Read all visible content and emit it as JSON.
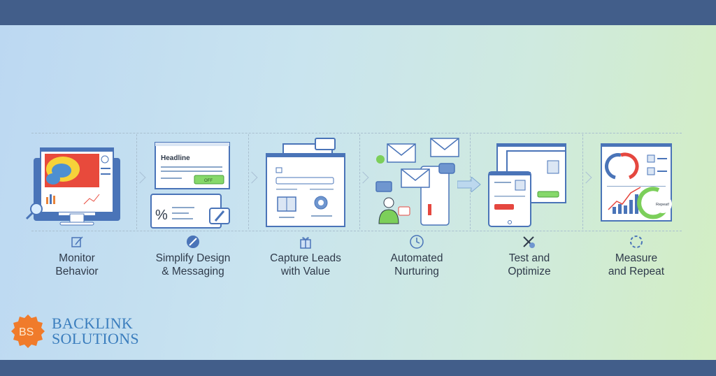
{
  "steps": [
    {
      "label_line1": "Monitor",
      "label_line2": "Behavior",
      "icon": "analytics-icon"
    },
    {
      "label_line1": "Simplify Design",
      "label_line2": "& Messaging",
      "icon": "pen-icon",
      "headline": "Headline",
      "cta": "OFF",
      "percent": "%"
    },
    {
      "label_line1": "Capture Leads",
      "label_line2": "with Value",
      "icon": "gift-icon"
    },
    {
      "label_line1": "Automated",
      "label_line2": "Nurturing",
      "icon": "clock-icon"
    },
    {
      "label_line1": "Test and",
      "label_line2": "Optimize",
      "icon": "tools-icon"
    },
    {
      "label_line1": "Measure",
      "label_line2": "and Repeat",
      "icon": "cycle-icon",
      "repeat": "Repeat!"
    }
  ],
  "logo": {
    "initials": "BS",
    "line1": "BACKLINK",
    "line2": "SOLUTIONS"
  },
  "colors": {
    "band": "#425e8a",
    "accent": "#4a74b8",
    "orange": "#f07b2b",
    "green": "#7ccf5a",
    "red": "#e5473f"
  }
}
